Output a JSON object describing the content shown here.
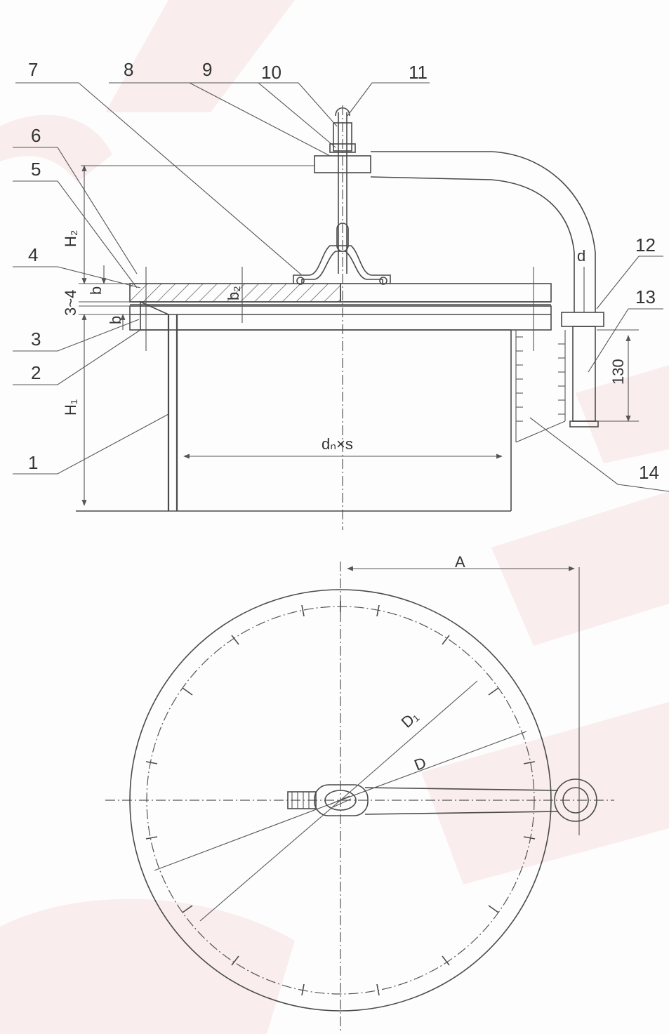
{
  "colors": {
    "line": "#4a4a4a",
    "watermark": "#e8a8a8",
    "background": "#fdfdfd"
  },
  "part_numbers": [
    "1",
    "2",
    "3",
    "4",
    "5",
    "6",
    "7",
    "8",
    "9",
    "10",
    "11",
    "12",
    "13",
    "14"
  ],
  "dimensions": {
    "h1": "H₁",
    "h2": "H₂",
    "b_top": "b",
    "b_bottom": "b",
    "b2": "b₂",
    "gap": "3~4",
    "d": "d",
    "len130": "130",
    "dn_s": "dₙ×s",
    "A": "A",
    "D1": "D₁",
    "D": "D"
  }
}
